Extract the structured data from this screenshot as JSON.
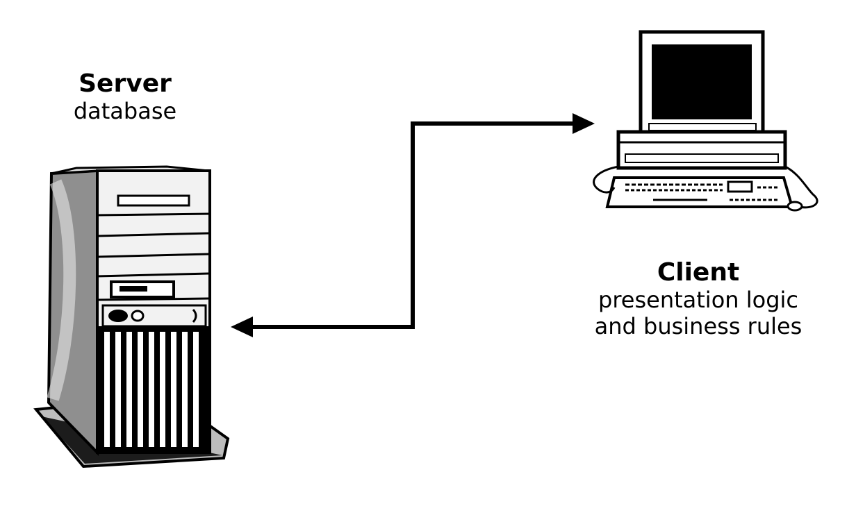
{
  "server": {
    "title": "Server",
    "subtitle": "database"
  },
  "client": {
    "title": "Client",
    "subtitle_line1": "presentation logic",
    "subtitle_line2": "and business rules"
  },
  "icons": {
    "server": "server-tower-icon",
    "client": "desktop-computer-icon",
    "connection": "bidirectional-arrow-icon"
  },
  "colors": {
    "ink": "#000000",
    "background": "#ffffff",
    "shade": "#9a9a9a"
  }
}
